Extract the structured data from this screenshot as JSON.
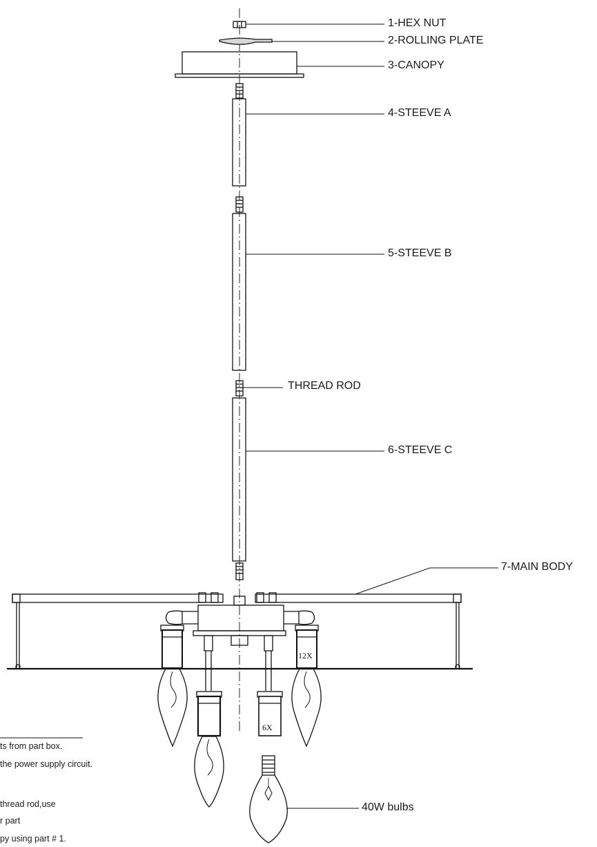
{
  "labels": {
    "hex_nut": "1-HEX NUT",
    "rolling_plate": "2-ROLLING PLATE",
    "canopy": "3-CANOPY",
    "steeve_a": "4-STEEVE A",
    "steeve_b": "5-STEEVE B",
    "thread_rod": "THREAD ROD",
    "steeve_c": "6-STEEVE C",
    "main_body": "7-MAIN BODY",
    "bulbs": "40W  bulbs"
  },
  "bulb_marks": {
    "socket_12x": "12X",
    "socket_6x": "6X"
  },
  "instructions": [
    "ts from part box.",
    " the  power  supply  circuit.",
    "thread rod,use",
    "r part",
    "py using part # 1."
  ]
}
